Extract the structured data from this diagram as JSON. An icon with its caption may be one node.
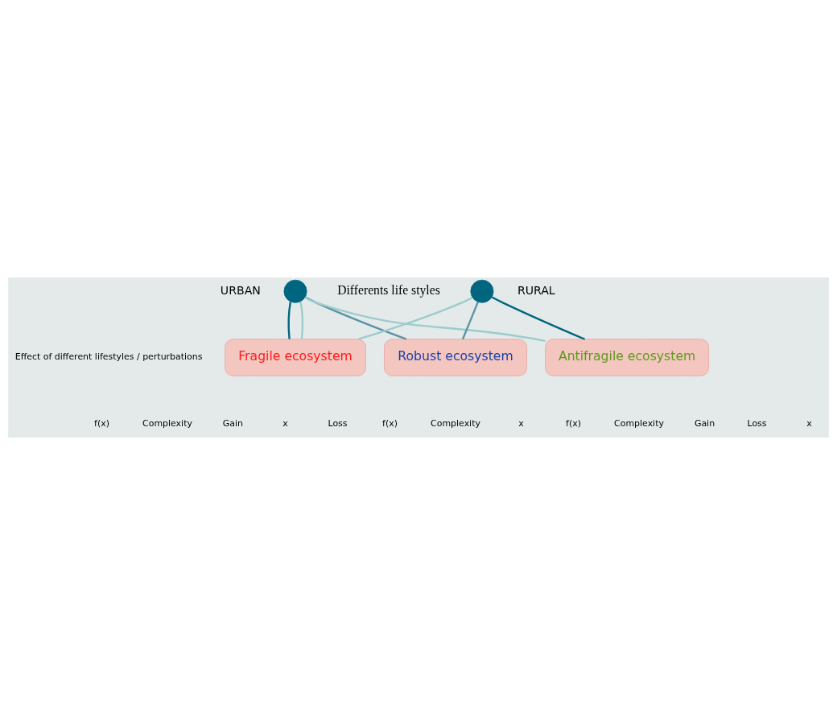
{
  "diagram": {
    "nodes": [
      {
        "text": [],
        "shape": "circle"
      },
      {
        "text": [],
        "shape": "circle"
      },
      {
        "text": [
          "Fragile ecosystem"
        ]
      },
      {
        "text": [
          "Robust ecosystem"
        ]
      },
      {
        "text": [
          "Antifragile ecosystem"
        ]
      }
    ],
    "edges": [
      {
        "from": 0,
        "to": 2,
        "arrow": "none",
        "color": "#006680"
      },
      {
        "from": 0,
        "to": 2,
        "arrow": "none",
        "color": "#9ccccc"
      },
      {
        "from": 0,
        "to": 3,
        "arrow": "none",
        "color": "#5b93a5"
      },
      {
        "from": 0,
        "to": 4,
        "arrow": "none",
        "color": "#9ccccc"
      },
      {
        "from": 1,
        "to": 4,
        "arrow": "none",
        "color": "#006680"
      },
      {
        "from": 1,
        "to": 3,
        "arrow": "none",
        "color": "#5b93a5"
      },
      {
        "from": 1,
        "to": 2,
        "arrow": "none",
        "color": "#9ccccc"
      }
    ],
    "labels": [
      "Differents life styles",
      "URBAN",
      "RURAL",
      "Effect of different lifestyles / perturbations",
      "f(x)",
      "Complexity",
      "Gain",
      "x",
      "Loss",
      "f(x)",
      "Complexity",
      "x",
      "f(x)",
      "Complexity",
      "Gain",
      "Loss",
      "x"
    ]
  }
}
